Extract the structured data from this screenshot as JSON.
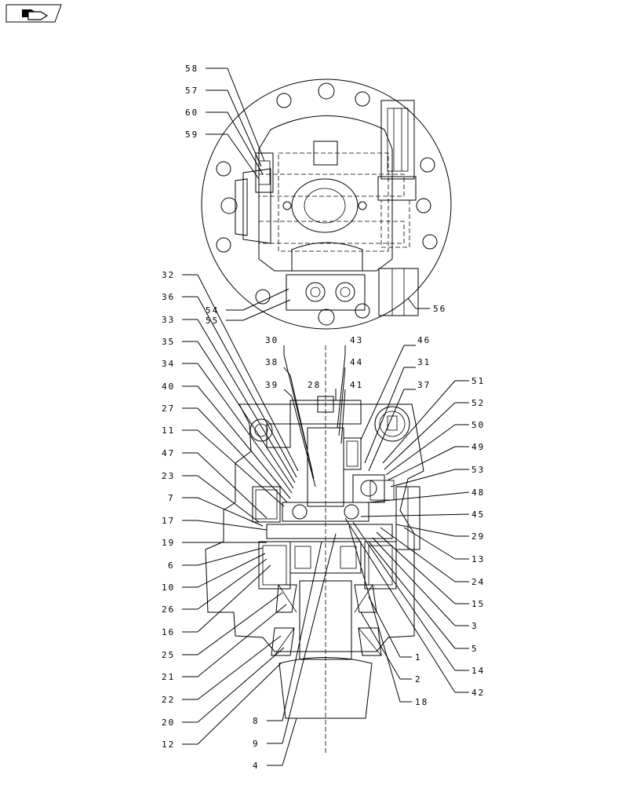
{
  "callouts": [
    "58",
    "57",
    "60",
    "59",
    "54",
    "55",
    "56",
    "32",
    "36",
    "33",
    "35",
    "34",
    "40",
    "27",
    "11",
    "47",
    "23",
    "7",
    "17",
    "19",
    "6",
    "10",
    "26",
    "16",
    "25",
    "21",
    "22",
    "20",
    "12",
    "30",
    "38",
    "39",
    "28",
    "43",
    "44",
    "41",
    "46",
    "31",
    "37",
    "51",
    "52",
    "50",
    "49",
    "53",
    "48",
    "45",
    "29",
    "13",
    "24",
    "15",
    "3",
    "5",
    "14",
    "42",
    "1",
    "2",
    "18",
    "8",
    "9",
    "4"
  ]
}
